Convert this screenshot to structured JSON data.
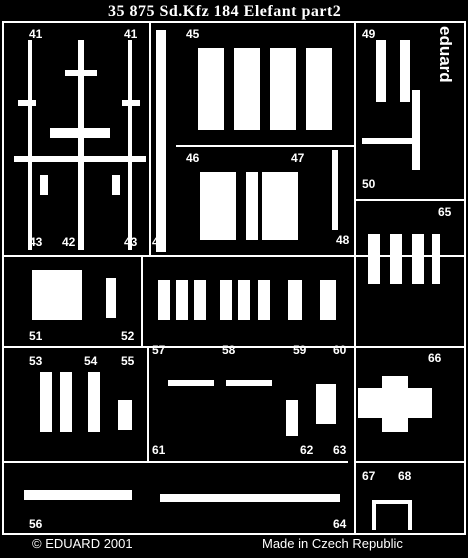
{
  "header": {
    "title": "35 875   Sd.Kfz 184 Elefant    part2",
    "brand": "eduard"
  },
  "footer": {
    "copyright": "© EDUARD 2001",
    "origin": "Made in Czech Republic"
  },
  "part_numbers": {
    "p41a": "41",
    "p41b": "41",
    "p43a": "43",
    "p42": "42",
    "p43b": "43",
    "p44": "44",
    "p45": "45",
    "p46": "46",
    "p47": "47",
    "p48": "48",
    "p49": "49",
    "p50": "50",
    "p65": "65",
    "p51": "51",
    "p52": "52",
    "p57": "57",
    "p58": "58",
    "p59": "59",
    "p60": "60",
    "p53": "53",
    "p54": "54",
    "p55": "55",
    "p61": "61",
    "p62": "62",
    "p63": "63",
    "p66": "66",
    "p56": "56",
    "p64": "64",
    "p67": "67",
    "p68": "68"
  },
  "colors": {
    "fret_background": "#000000",
    "part": "#ffffff"
  }
}
